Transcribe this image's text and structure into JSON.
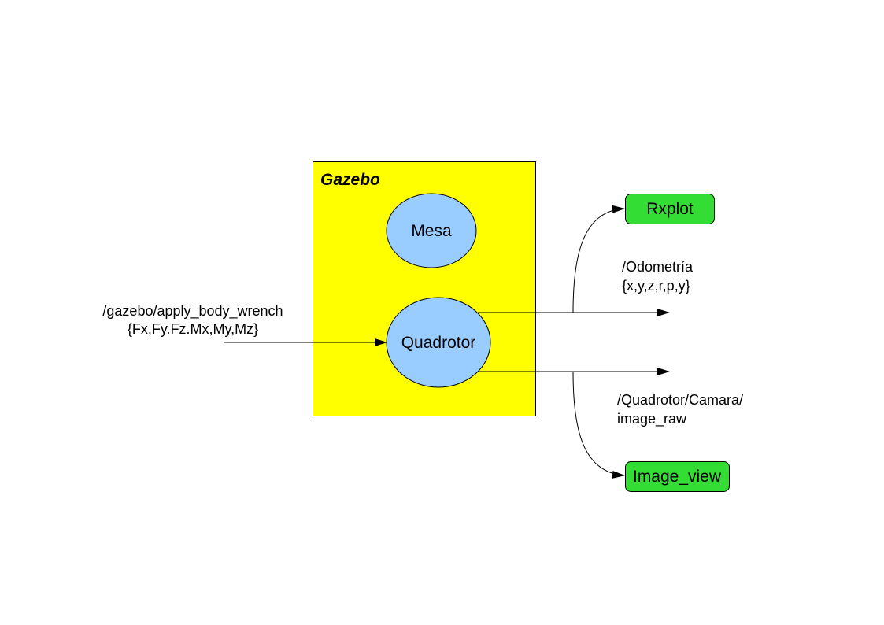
{
  "gazebo": {
    "title": "Gazebo",
    "fill_color": "#ffff00",
    "nodes": {
      "mesa": "Mesa",
      "quadrotor": "Quadrotor"
    },
    "node_color": "#99ccff"
  },
  "inputs": {
    "wrench_topic": "/gazebo/apply_body_wrench",
    "wrench_fields": "{Fx,Fy.Fz.Mx,My,Mz}"
  },
  "outputs": {
    "odometry_topic": "/Odometría",
    "odometry_fields": "{x,y,z,r,p,y}",
    "camera_topic_line1": "/Quadrotor/Camara/",
    "camera_topic_line2": "image_raw"
  },
  "viewers": {
    "rxplot": "Rxplot",
    "image_view": "Image_view",
    "color": "#33dd33"
  }
}
